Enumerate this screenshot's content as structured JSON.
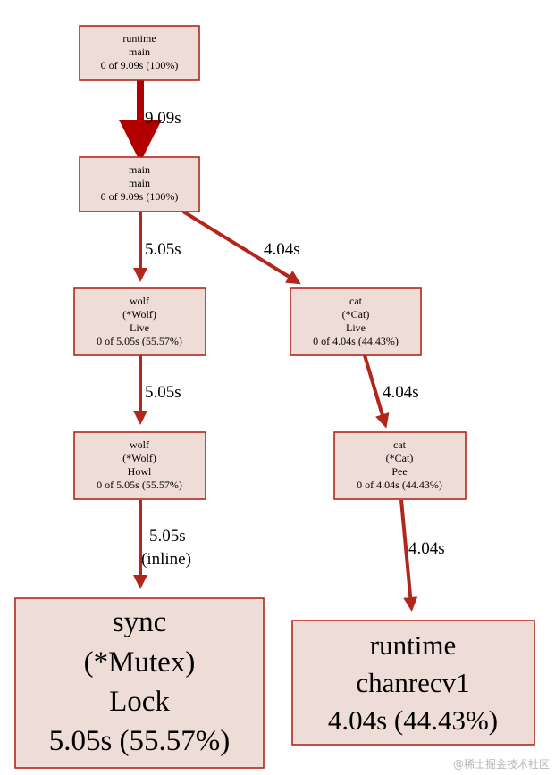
{
  "nodes": {
    "runtime_main": [
      "runtime",
      "main",
      "0 of 9.09s (100%)"
    ],
    "main_main": [
      "main",
      "main",
      "0 of 9.09s (100%)"
    ],
    "wolf_live": [
      "wolf",
      "(*Wolf)",
      "Live",
      "0 of 5.05s (55.57%)"
    ],
    "cat_live": [
      "cat",
      "(*Cat)",
      "Live",
      "0 of 4.04s (44.43%)"
    ],
    "wolf_howl": [
      "wolf",
      "(*Wolf)",
      "Howl",
      "0 of 5.05s (55.57%)"
    ],
    "cat_pee": [
      "cat",
      "(*Cat)",
      "Pee",
      "0 of 4.04s (44.43%)"
    ],
    "sync_lock": [
      "sync",
      "(*Mutex)",
      "Lock",
      "5.05s (55.57%)"
    ],
    "chanrecv": [
      "runtime",
      "chanrecv1",
      "4.04s (44.43%)"
    ]
  },
  "edges": {
    "e1": "9.09s",
    "e2": "5.05s",
    "e3": "4.04s",
    "e4": "5.05s",
    "e5": "4.04s",
    "e6": [
      "5.05s",
      "(inline)"
    ],
    "e7": "4.04s"
  },
  "watermark": "@稀土掘金技术社区",
  "colors": {
    "edge": "#b2271c",
    "edge_heavy": "#b20000",
    "node_fill": "#eedcd6",
    "node_border": "#b2271c"
  }
}
